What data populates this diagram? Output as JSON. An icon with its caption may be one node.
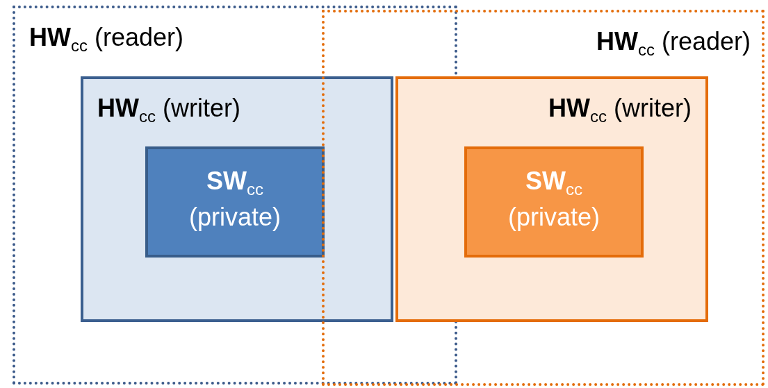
{
  "diagram": {
    "nodes": [
      {
        "text": [
          "**HW**$_{cc}$ (reader)"
        ]
      },
      {
        "text": [
          "**HW**$_{cc}$ (writer)"
        ],
        "in": 0
      },
      {
        "text": [
          "**SW**$_{cc}$ (private)"
        ],
        "in": 1
      },
      {
        "text": [
          "**HW**$_{cc}$ (reader)"
        ]
      },
      {
        "text": [
          "**HW**$_{cc}$ (writer)"
        ],
        "in": 3
      },
      {
        "text": [
          "**SW**$_{cc}$ (private)"
        ],
        "in": 4
      }
    ]
  }
}
